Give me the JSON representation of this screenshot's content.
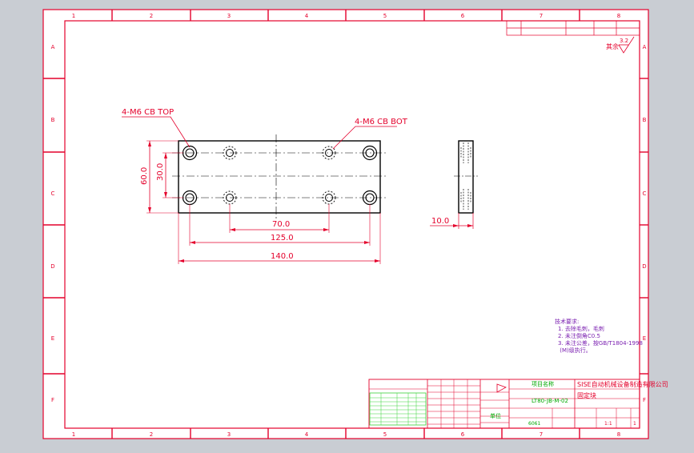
{
  "colors": {
    "background": "#c9cdd3",
    "sheet": "#ffffff",
    "border": "#e4002b",
    "outline": "#000000",
    "dimension": "#e4002b",
    "centerline": "#000000",
    "note_text": "#7a1fb0",
    "title_text": "#00a800",
    "title_hilite": "#3bd13b"
  },
  "zone_columns": [
    "1",
    "2",
    "3",
    "4",
    "5",
    "6",
    "7",
    "8"
  ],
  "zone_rows": [
    "A",
    "B",
    "C",
    "D",
    "E",
    "F"
  ],
  "drawing": {
    "callout_top": "4-M6 CB TOP",
    "callout_bottom": "4-M6 CB BOT",
    "dim_height_outer": "60.0",
    "dim_height_inner": "30.0",
    "dim_holes_inner": "70.0",
    "dim_holes_outer": "125.0",
    "dim_length": "140.0",
    "dim_thickness": "10.0",
    "roughness_value": "3.2",
    "roughness_prefix": "其余"
  },
  "notes": {
    "heading": "技术要求:",
    "lines": [
      "1. 去除毛刺，毛刺",
      "2. 未注倒角C0.5",
      "3. 未注公差，按GB/T1804-1998",
      "   (M)级执行。"
    ]
  },
  "title_block": {
    "company": "SISE自动机械设备制造有限公司",
    "part_name": "固定块",
    "drawing_no": "LT80-JB-M-02",
    "material": "6061",
    "scale": "1:1",
    "sheet": "1",
    "project_label": "项目名称",
    "unit_label": "单位"
  }
}
